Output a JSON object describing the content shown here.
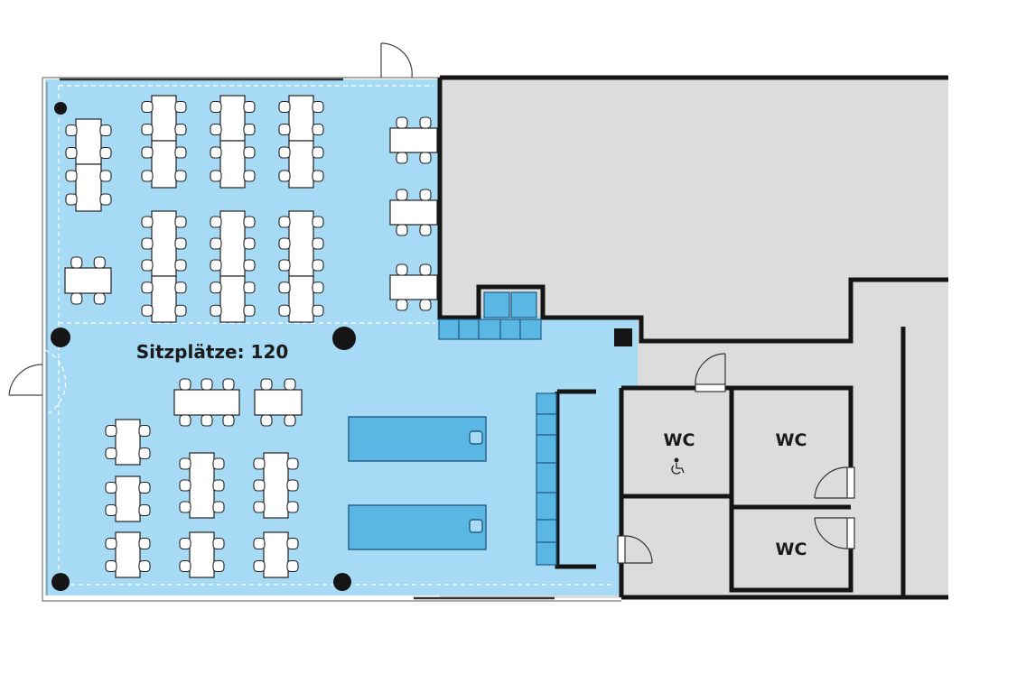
{
  "floorplan": {
    "seating_label": "Sitzplätze: 120",
    "rooms": [
      {
        "label": "WC",
        "accessible": true,
        "accessible_icon": "wheelchair-icon"
      },
      {
        "label": "WC",
        "accessible": false
      },
      {
        "label": "WC",
        "accessible": false
      }
    ]
  },
  "colors": {
    "hall_fill": "#a6daf5",
    "service_fill": "#5ab6e2",
    "other_area_fill": "#dcdcdc",
    "wall": "#151515",
    "furniture": "#ffffff"
  }
}
